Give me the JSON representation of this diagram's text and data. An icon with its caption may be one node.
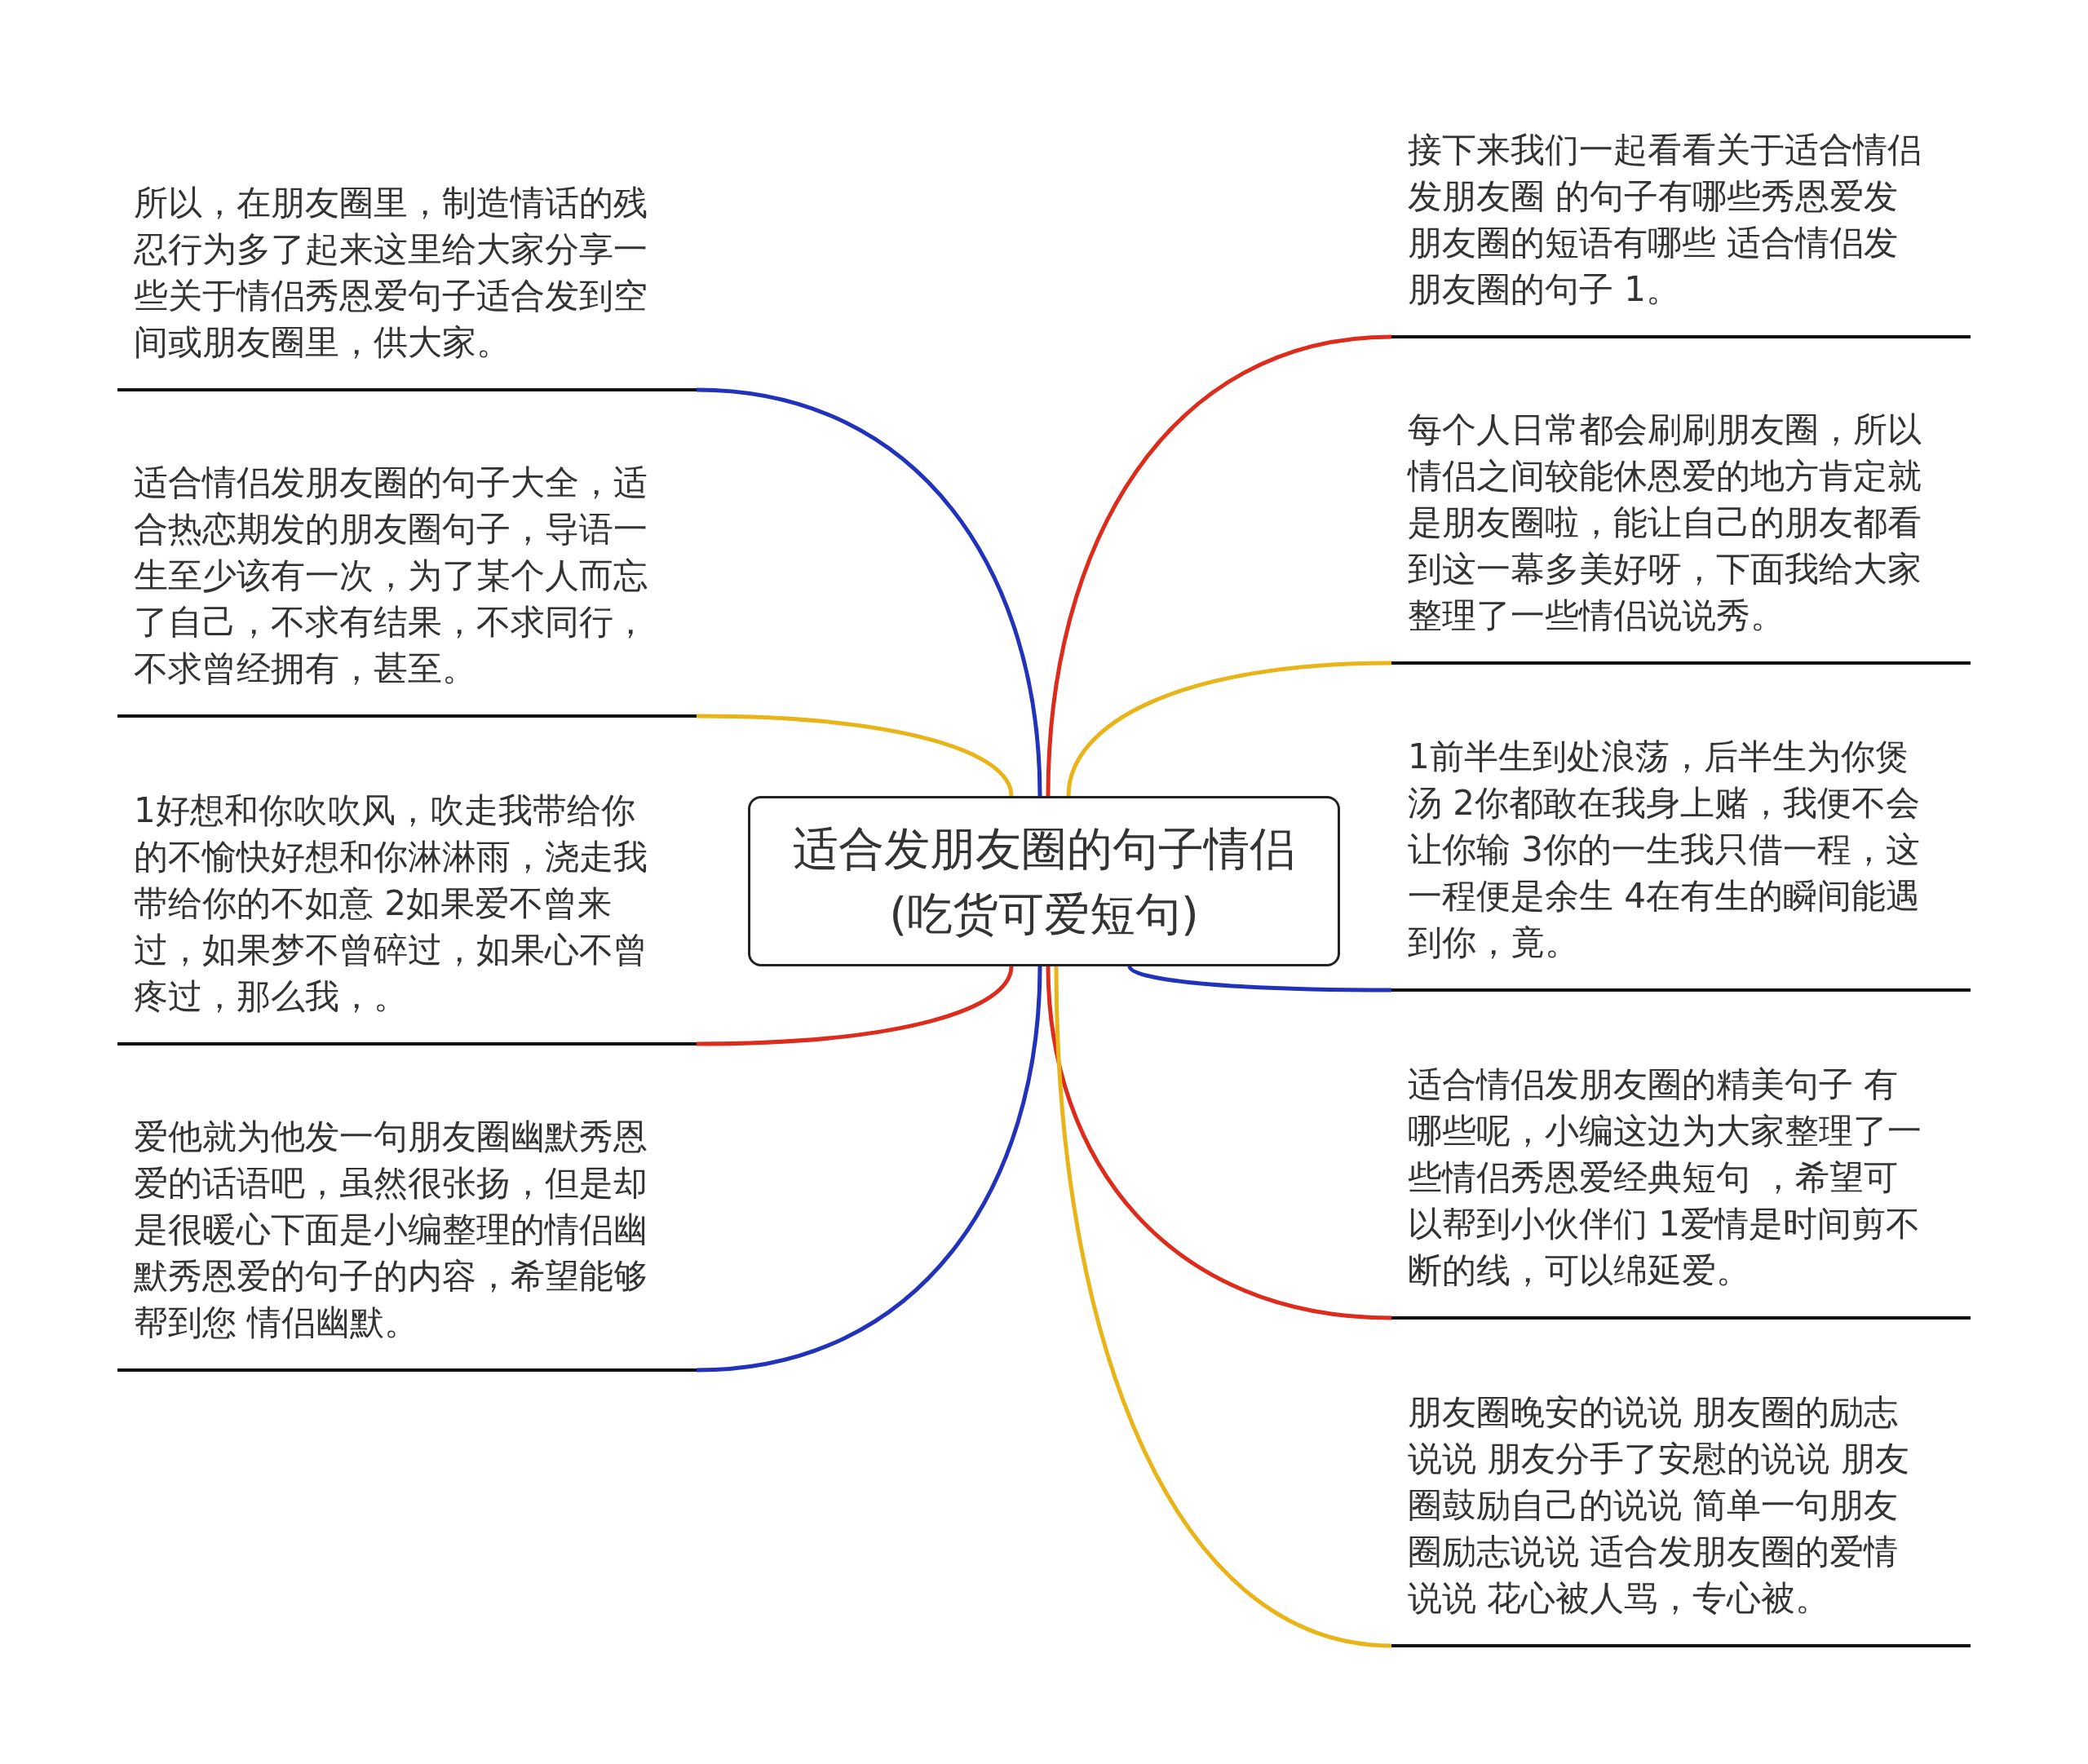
{
  "diagram": {
    "nodes": [
      {
        "text": [
          "适合发朋友圈的句子情侣(吃货可爱短句)"
        ]
      },
      {
        "text": [
          "所以，在朋友圈里，制造情话的残忍行为多了起来这里给大家分享一些关于情侣秀恩爱句子适合发到空间或朋友圈里，供大家。"
        ]
      },
      {
        "text": [
          "适合情侣发朋友圈的句子大全，适合热恋期发的朋友圈句子，导语一生至少该有一次，为了某个人而忘了自己，不求有结果，不求同行，不求曾经拥有，甚至。"
        ]
      },
      {
        "text": [
          "1好想和你吹吹风，吹走我带给你的不愉快好想和你淋淋雨，浇走我带给你的不如意 2如果爱不曾来过，如果梦不曾碎过，如果心不曾疼过，那么我，。"
        ]
      },
      {
        "text": [
          "爱他就为他发一句朋友圈幽默秀恩爱的话语吧，虽然很张扬，但是却是很暖心下面是小编整理的情侣幽默秀恩爱的句子的内容，希望能够帮到您 情侣幽默。"
        ]
      },
      {
        "text": [
          "接下来我们一起看看关于适合情侣发朋友圈 的句子有哪些秀恩爱发朋友圈的短语有哪些 适合情侣发朋友圈的句子 1。"
        ]
      },
      {
        "text": [
          "每个人日常都会刷刷朋友圈，所以情侣之间较能休恩爱的地方肯定就是朋友圈啦，能让自己的朋友都看到这一幕多美好呀，下面我给大家整理了一些情侣说说秀。"
        ]
      },
      {
        "text": [
          "1前半生到处浪荡，后半生为你煲汤 2你都敢在我身上赌，我便不会让你输 3你的一生我只借一程，这一程便是余生 4在有生的瞬间能遇到你，竟。"
        ]
      },
      {
        "text": [
          "适合情侣发朋友圈的精美句子 有哪些呢，小编这边为大家整理了一些情侣秀恩爱经典短句 ，希望可以帮到小伙伴们 1爱情是时间剪不断的线，可以绵延爱。"
        ]
      },
      {
        "text": [
          "朋友圈晚安的说说 朋友圈的励志说说 朋友分手了安慰的说说 朋友圈鼓励自己的说说 简单一句朋友圈励志说说 适合发朋友圈的爱情说说 花心被人骂，专心被。"
        ]
      }
    ],
    "edges": [
      {
        "from": 0,
        "to": 1,
        "arrow": "none",
        "color": "#2233bb"
      },
      {
        "from": 0,
        "to": 2,
        "arrow": "none",
        "color": "#e8b417"
      },
      {
        "from": 0,
        "to": 3,
        "arrow": "none",
        "color": "#dd2b1c"
      },
      {
        "from": 0,
        "to": 4,
        "arrow": "none",
        "color": "#2233bb"
      },
      {
        "from": 0,
        "to": 5,
        "arrow": "none",
        "color": "#dd2b1c"
      },
      {
        "from": 0,
        "to": 6,
        "arrow": "none",
        "color": "#e8b417"
      },
      {
        "from": 0,
        "to": 7,
        "arrow": "none",
        "color": "#2233bb"
      },
      {
        "from": 0,
        "to": 8,
        "arrow": "none",
        "color": "#dd2b1c"
      },
      {
        "from": 0,
        "to": 9,
        "arrow": "none",
        "color": "#e8b417"
      }
    ]
  }
}
